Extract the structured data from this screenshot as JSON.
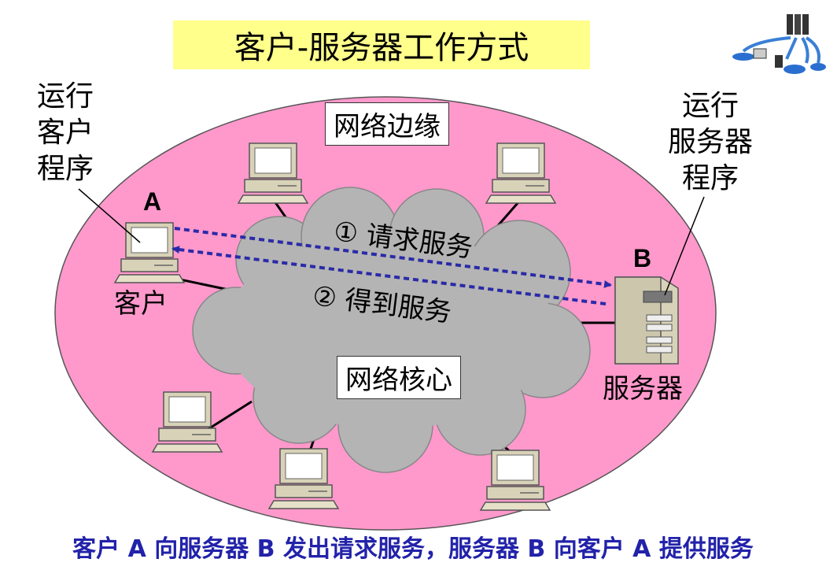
{
  "title": "客户-服务器工作方式",
  "client_program_label": "运行\n客户\n程序",
  "server_program_label": "运行\n服务器\n程序",
  "network_edge_label": "网络边缘",
  "network_core_label": "网络核心",
  "host_a_letter": "A",
  "host_b_letter": "B",
  "client_label": "客户",
  "server_label": "服务器",
  "request_label": "① 请求服务",
  "response_label": "② 得到服务",
  "caption": "客户 A 向服务器 B 发出请求服务，服务器 B 向客户 A 提供服务",
  "colors": {
    "edge_fill": "#ff99cc",
    "core_fill": "#b4b4b4",
    "arrow": "#2a2aa8",
    "title_bg": "#ffff8c",
    "caption": "#2222aa"
  },
  "icons": [
    "computer-icon",
    "server-icon",
    "network-logo-icon"
  ]
}
